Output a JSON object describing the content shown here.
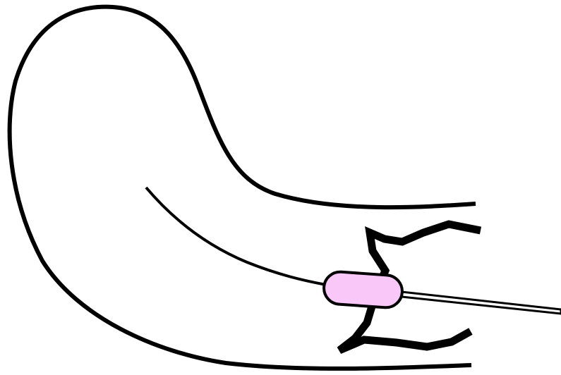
{
  "diagram": {
    "colors": {
      "background": "#ffffff",
      "outline": "#000000",
      "balloon_fill": "#f9c8f9",
      "shaft_fill": "#ffffff"
    },
    "elements": [
      "outer-boundary",
      "inner-curve",
      "jagged-marks",
      "catheter-shaft",
      "balloon"
    ]
  }
}
